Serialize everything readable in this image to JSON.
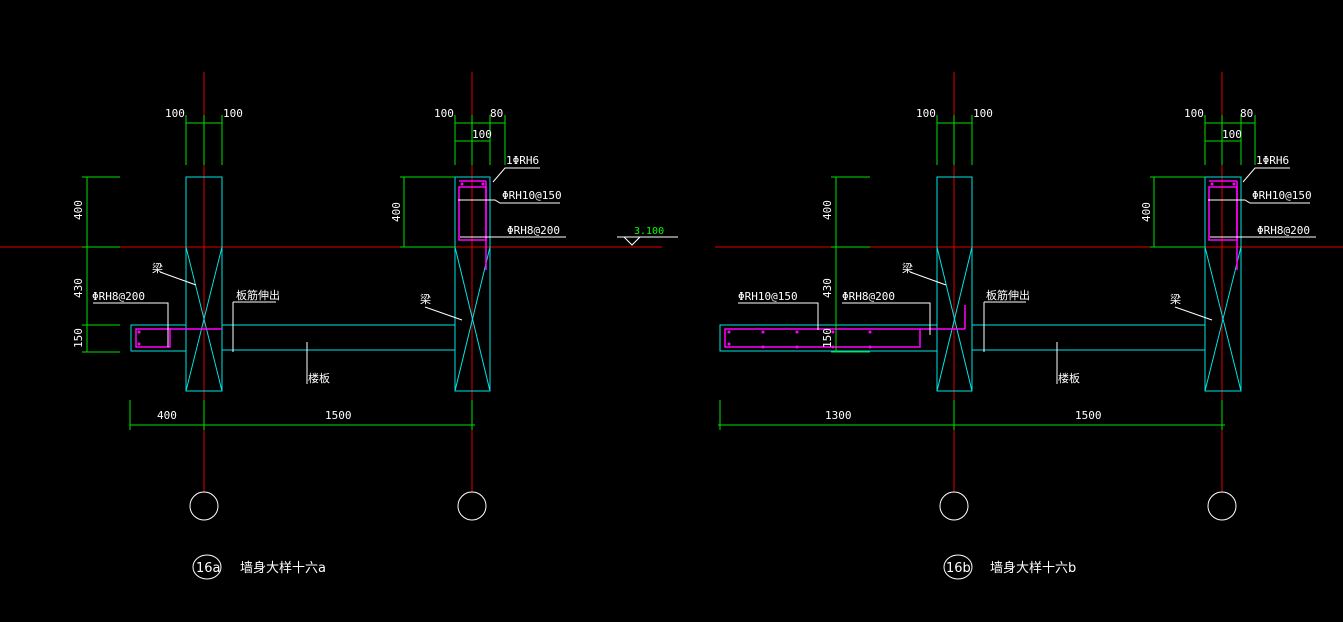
{
  "colors": {
    "background": "#000000",
    "concrete": "#00e5e5",
    "axis": "#e00000",
    "dimension": "#00e000",
    "rebar": "#ff00ff",
    "text": "#ffffff"
  },
  "detail_a": {
    "top_dims": {
      "left_1": "100",
      "left_2": "100",
      "right_1": "100",
      "right_2": "80",
      "right_mid": "100"
    },
    "left_dims": {
      "d1": "400",
      "d2": "430",
      "d3": "150"
    },
    "right_left_dim": "400",
    "labels": {
      "top_bar": "1ΦRH6",
      "stirrup": "ΦRH10@150",
      "side_bar": "ΦRH8@200",
      "slab_bar": "ΦRH8@200",
      "beam_left": "梁",
      "beam_right": "梁",
      "rebar_out": "板筋伸出",
      "slab": "楼板"
    },
    "elevation": "3.100",
    "bottom_dims": {
      "left": "400",
      "right": "1500"
    },
    "tag": "16a",
    "title": "墙身大样十六a"
  },
  "detail_b": {
    "top_dims": {
      "left_1": "100",
      "left_2": "100",
      "right_1": "100",
      "right_2": "80",
      "right_mid": "100"
    },
    "left_dims": {
      "d1": "400",
      "d2": "430",
      "d3": "150"
    },
    "right_left_dim": "400",
    "labels": {
      "top_bar": "1ΦRH6",
      "stirrup": "ΦRH10@150",
      "side_bar": "ΦRH8@200",
      "cant_bar_1": "ΦRH10@150",
      "cant_bar_2": "ΦRH8@200",
      "beam_left": "梁",
      "beam_right": "梁",
      "rebar_out": "板筋伸出",
      "slab": "楼板"
    },
    "bottom_dims": {
      "left": "1300",
      "right": "1500"
    },
    "tag": "16b",
    "title": "墙身大样十六b"
  }
}
